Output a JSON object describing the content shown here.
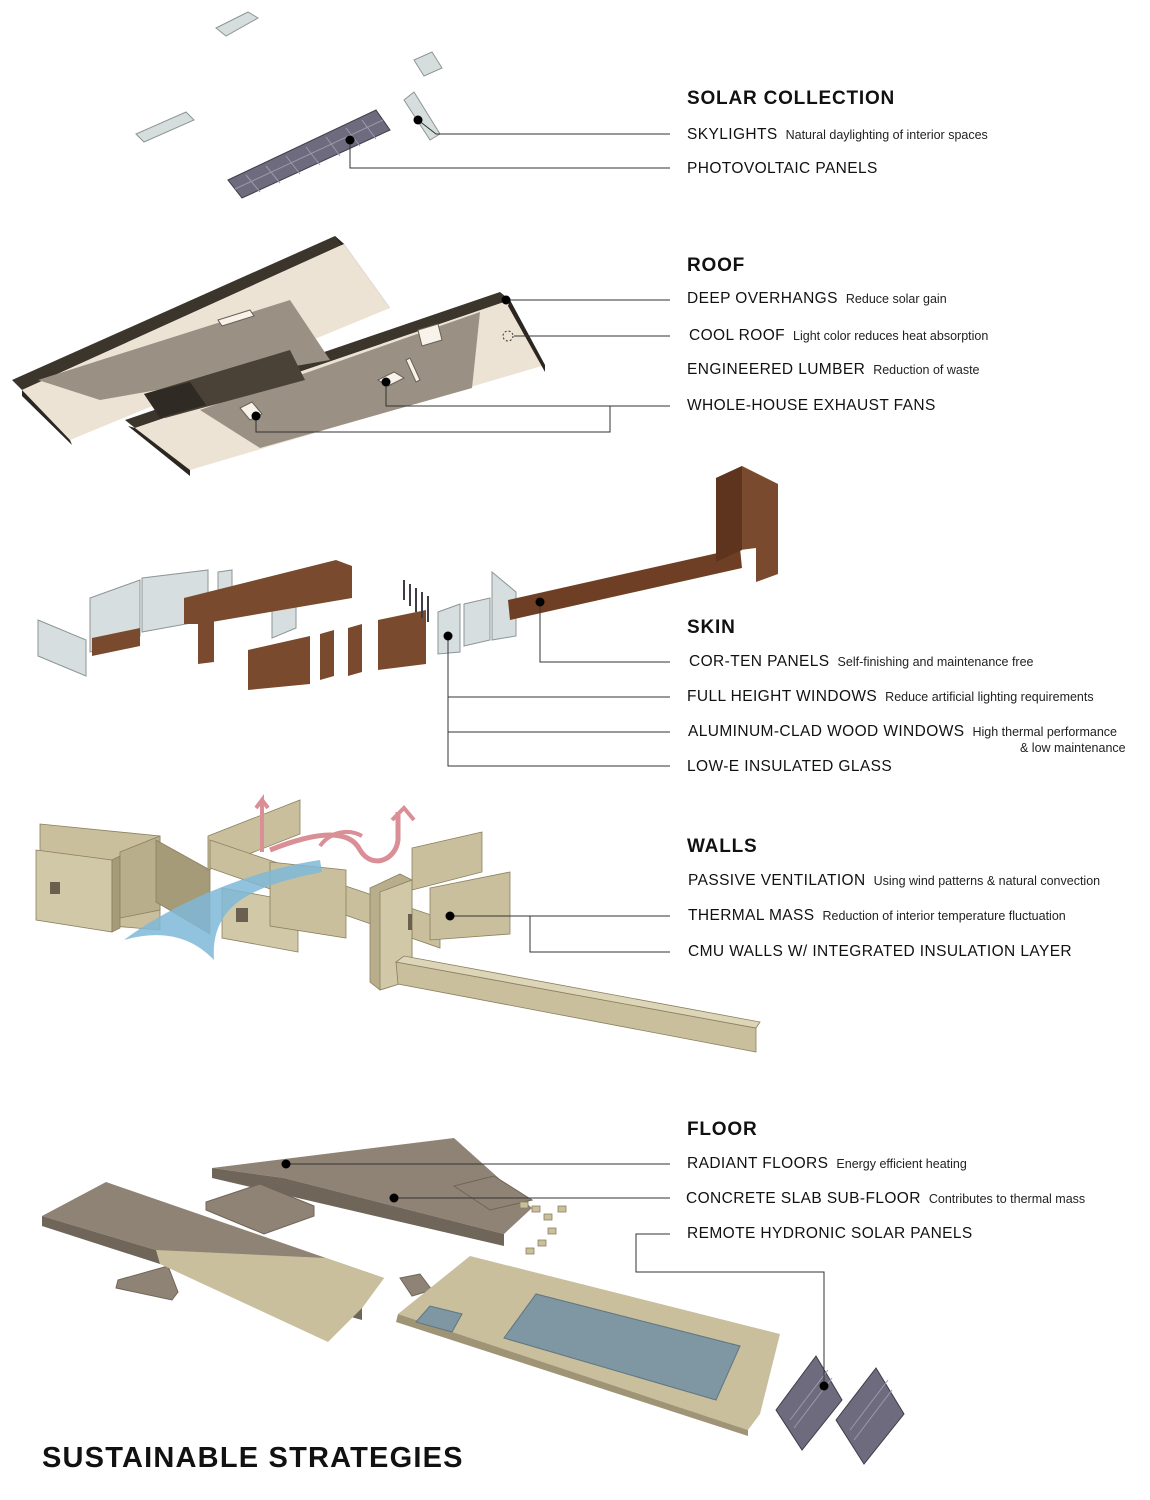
{
  "title": "SUSTAINABLE STRATEGIES",
  "sections": [
    {
      "heading": "SOLAR COLLECTION",
      "items": [
        {
          "label": "SKYLIGHTS",
          "desc": "Natural daylighting of interior spaces"
        },
        {
          "label": "PHOTOVOLTAIC PANELS",
          "desc": ""
        }
      ]
    },
    {
      "heading": "ROOF",
      "items": [
        {
          "label": "DEEP OVERHANGS",
          "desc": "Reduce solar gain"
        },
        {
          "label": "COOL ROOF",
          "desc": "Light color reduces heat absorption"
        },
        {
          "label": "ENGINEERED LUMBER",
          "desc": "Reduction of waste"
        },
        {
          "label": "WHOLE-HOUSE EXHAUST FANS",
          "desc": ""
        }
      ]
    },
    {
      "heading": "SKIN",
      "items": [
        {
          "label": "COR-TEN PANELS",
          "desc": "Self-finishing and maintenance free"
        },
        {
          "label": "FULL HEIGHT WINDOWS",
          "desc": "Reduce artificial lighting requirements"
        },
        {
          "label": "ALUMINUM-CLAD WOOD WINDOWS",
          "desc": "High thermal performance",
          "desc_line2": "& low maintenance"
        },
        {
          "label": "LOW-E INSULATED GLASS",
          "desc": ""
        }
      ]
    },
    {
      "heading": "WALLS",
      "items": [
        {
          "label": "PASSIVE VENTILATION",
          "desc": "Using wind patterns & natural convection"
        },
        {
          "label": "THERMAL MASS",
          "desc": "Reduction of interior temperature fluctuation"
        },
        {
          "label": "CMU WALLS W/ INTEGRATED INSULATION LAYER",
          "desc": ""
        }
      ]
    },
    {
      "heading": "FLOOR",
      "items": [
        {
          "label": "RADIANT FLOORS",
          "desc": "Energy efficient heating"
        },
        {
          "label": "CONCRETE SLAB SUB-FLOOR",
          "desc": "Contributes to thermal mass"
        },
        {
          "label": "REMOTE HYDRONIC SOLAR PANELS",
          "desc": ""
        }
      ]
    }
  ],
  "colors": {
    "corten": "#7a4a2e",
    "roof_dark": "#3b352c",
    "roof_gray": "#9a9083",
    "roof_light": "#e9e0d2",
    "cmu": "#c9bf9d",
    "slab": "#8f8375",
    "pool": "#7f96a3",
    "glass": "#d3dadc",
    "pv": "#6f6b7e",
    "hot_air": "#d98f95",
    "cool_air": "#7fb8d8"
  }
}
